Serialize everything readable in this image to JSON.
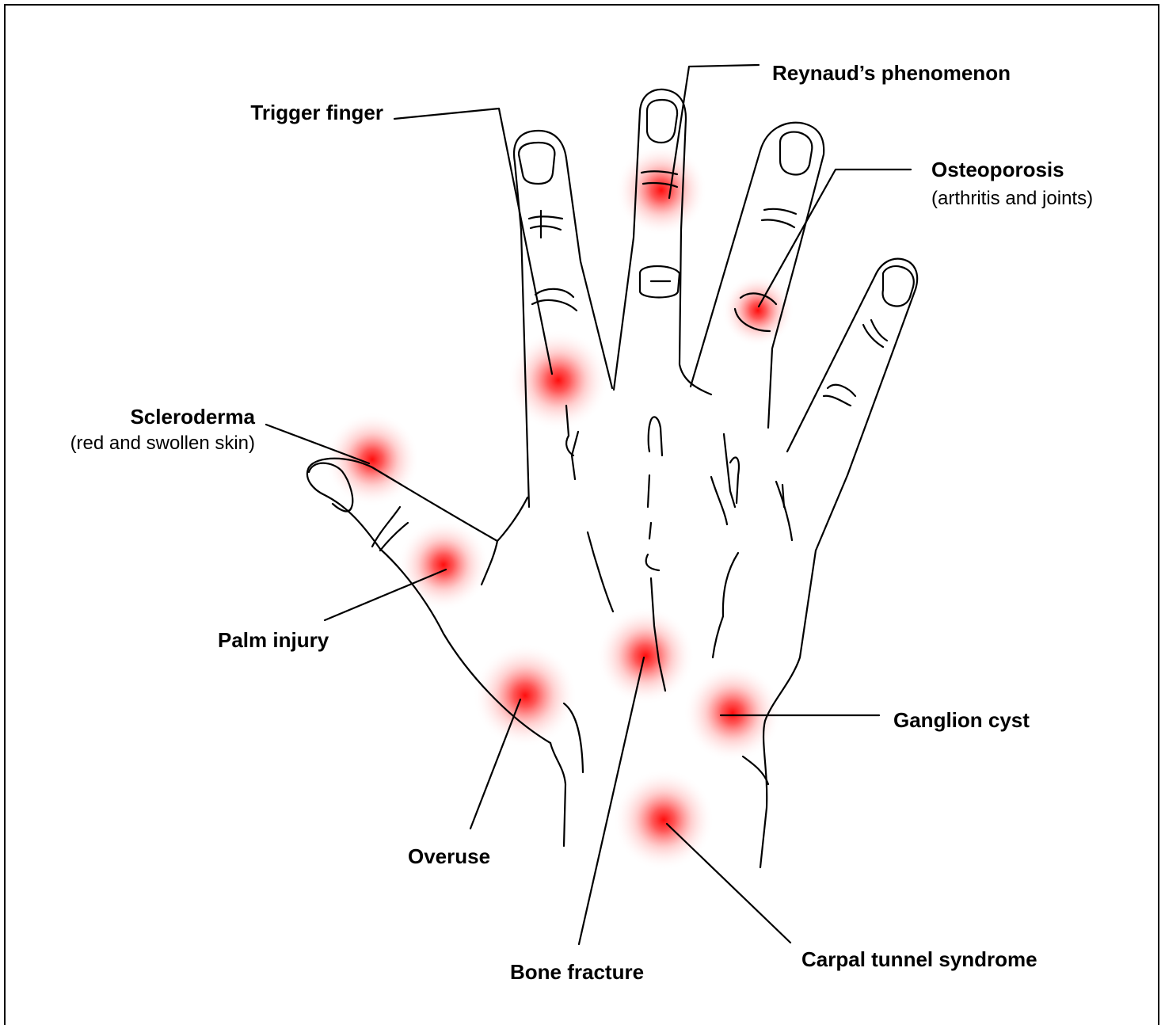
{
  "spot_color": "#ff0000",
  "labels": {
    "reynauds": "Reynaud’s phenomenon",
    "trigger_finger": "Trigger finger",
    "osteoporosis": "Osteoporosis",
    "osteoporosis_sub": "(arthritis and joints)",
    "scleroderma": "Scleroderma",
    "scleroderma_sub": "(red and swollen skin)",
    "palm_injury": "Palm injury",
    "ganglion_cyst": "Ganglion cyst",
    "overuse": "Overuse",
    "bone_fracture": "Bone fracture",
    "carpal_tunnel": "Carpal tunnel syndrome"
  }
}
